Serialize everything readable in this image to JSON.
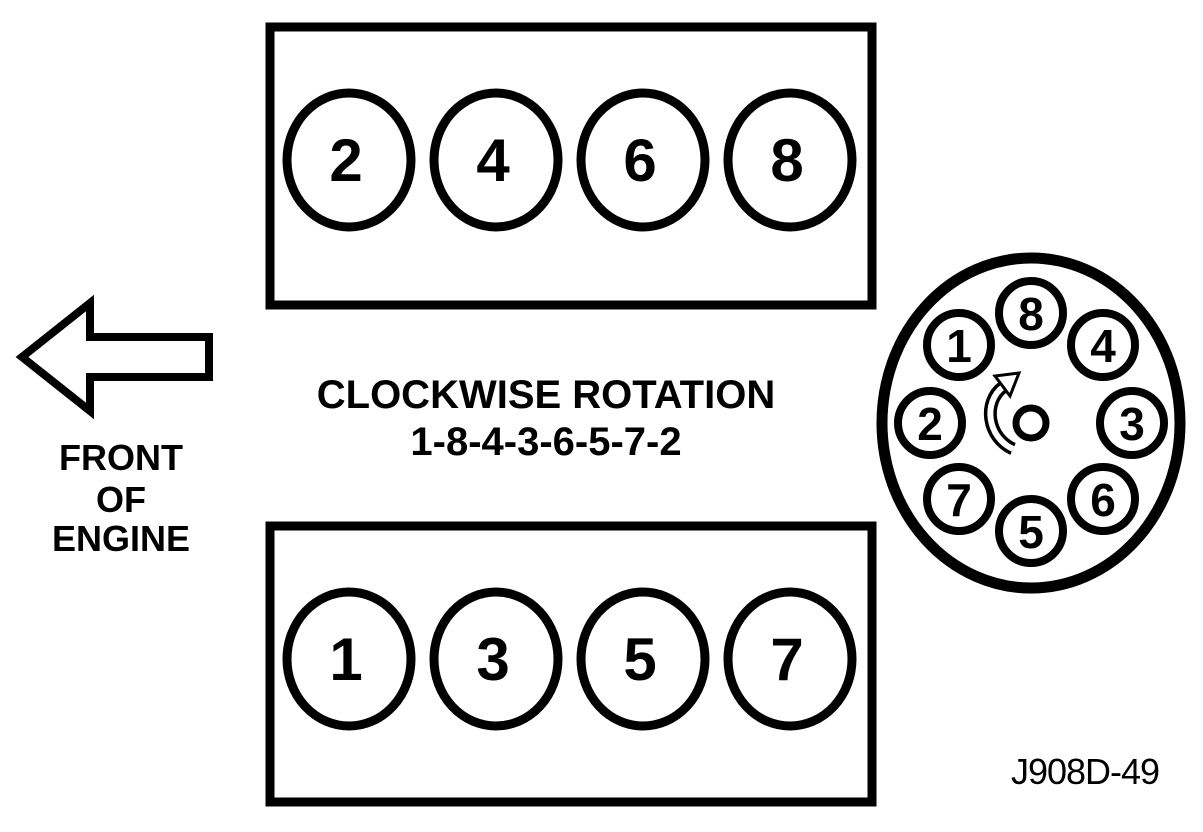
{
  "diagram": {
    "front_label": {
      "lines": [
        "FRONT",
        "OF",
        "ENGINE"
      ],
      "arrow_direction": "left"
    },
    "rotation_note": {
      "line1": "CLOCKWISE ROTATION",
      "line2": "1-8-4-3-6-5-7-2"
    },
    "cylinder_banks": {
      "top": [
        "2",
        "4",
        "6",
        "8"
      ],
      "bottom": [
        "1",
        "3",
        "5",
        "7"
      ]
    },
    "distributor": {
      "towers_clockwise_from_top": [
        "8",
        "4",
        "3",
        "6",
        "5",
        "7",
        "2",
        "1"
      ],
      "rotation_direction": "clockwise"
    },
    "figure_id": "J908D-49",
    "colors": {
      "ink": "#000000",
      "background": "#ffffff"
    }
  }
}
